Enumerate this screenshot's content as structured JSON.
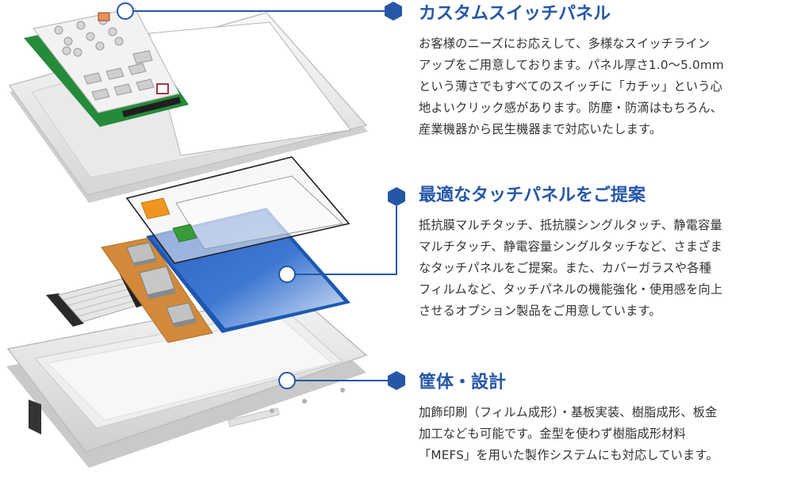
{
  "colors": {
    "accent": "#2557a7",
    "body_text": "#333333",
    "pcb_green": "#2b8a3e",
    "pcb_orange": "#d28a3a",
    "touch_blue": "#2f65c4",
    "key_orange": "#f0961e",
    "key_green": "#3a9a3a"
  },
  "sections": [
    {
      "title": "カスタムスイッチパネル",
      "lines": [
        "お客様のニーズにお応えして、多様なスイッチライン",
        "アップをご用意しております。パネル厚さ1.0～5.0mm",
        "という薄さでもすべてのスイッチに「カチッ」という心",
        "地よいクリック感があります。防塵・防滴はもちろん、",
        "産業機器から民生機器まで対応いたします。"
      ]
    },
    {
      "title": "最適なタッチパネルをご提案",
      "lines": [
        "抵抗膜マルチタッチ、抵抗膜シングルタッチ、静電容量",
        "マルチタッチ、静電容量シングルタッチなど、さまざま",
        "なタッチパネルをご提案。また、カバーガラスや各種",
        "フィルムなど、タッチパネルの機能強化・使用感を向上",
        "させるオプション製品をご用意しています。"
      ]
    },
    {
      "title": "筐体・設計",
      "lines": [
        "加飾印刷（フィルム成形）・基板実装、樹脂成形、板金",
        "加工なども可能です。金型を使わず樹脂成形材料",
        "「MEFS」を用いた製作システムにも対応しています。"
      ]
    }
  ]
}
